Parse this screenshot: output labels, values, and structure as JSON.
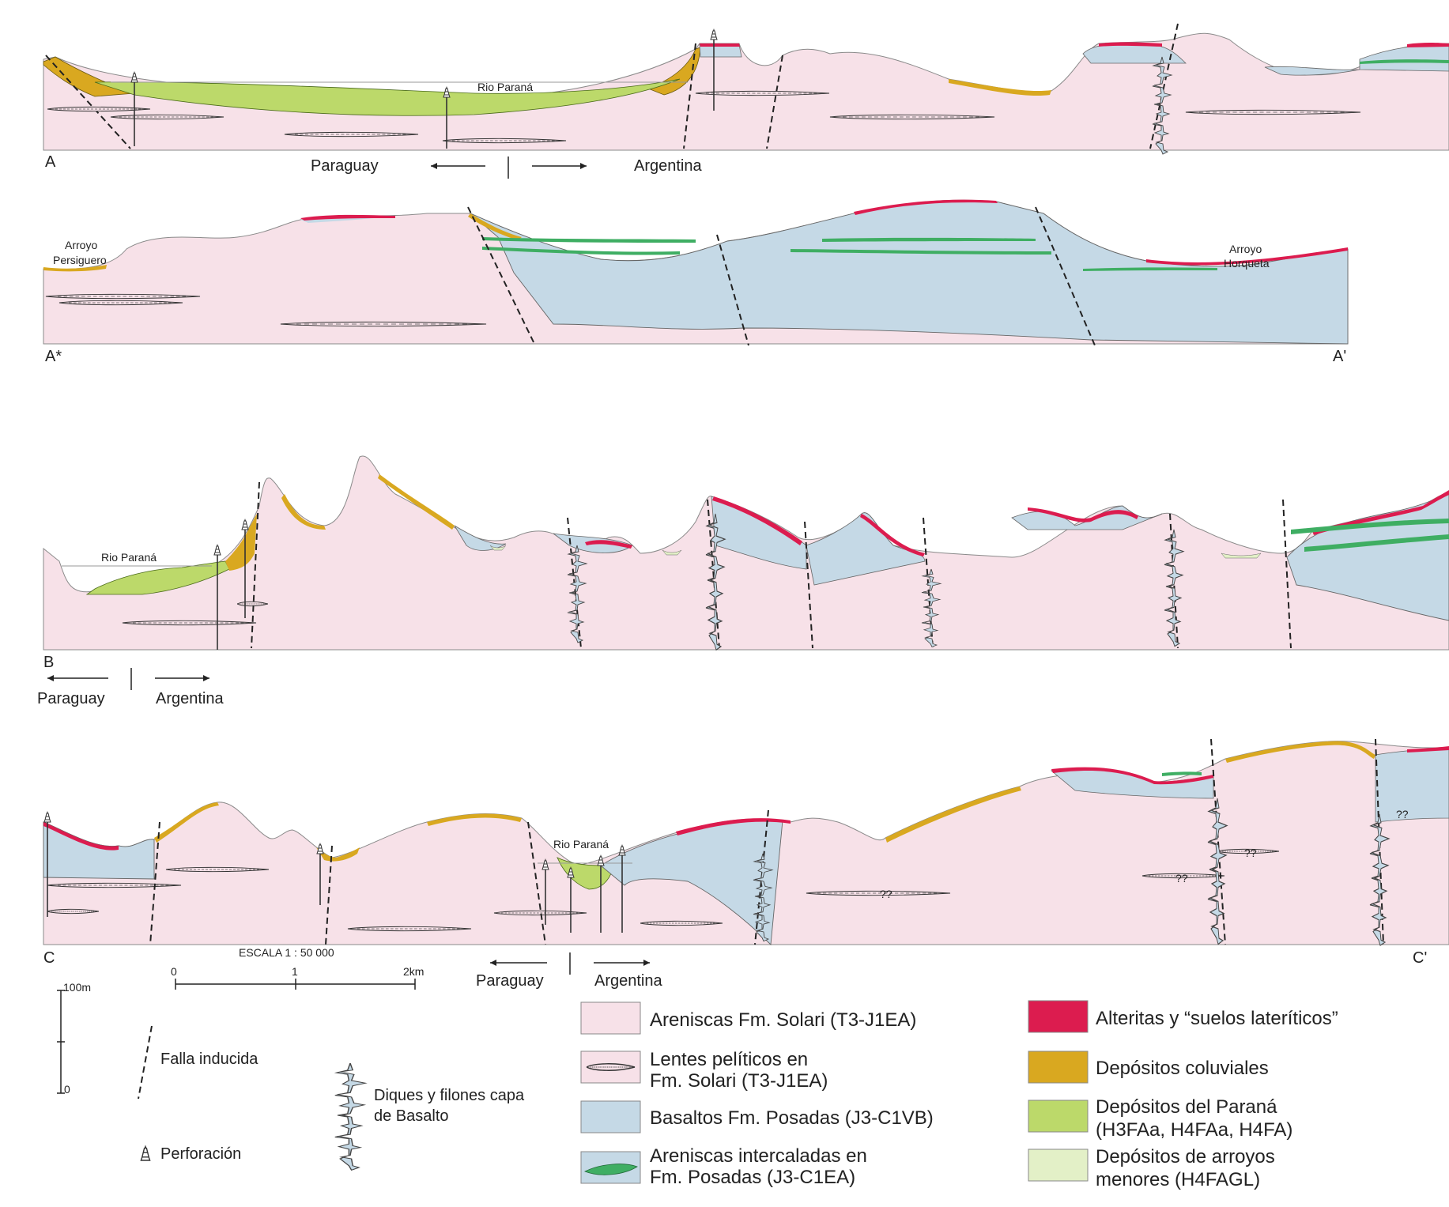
{
  "sections": {
    "A": {
      "start_label": "A",
      "river_label": "Rio Paraná",
      "nav_left": "Paraguay",
      "nav_right": "Argentina"
    },
    "A_star": {
      "start_label": "A*",
      "end_label": "A'",
      "arroyo_left": [
        "Arroyo",
        "Persiguero"
      ],
      "arroyo_right": [
        "Arroyo",
        "Horqueta"
      ]
    },
    "B": {
      "start_label": "B",
      "river_label": "Rio Paraná",
      "nav_left": "Paraguay",
      "nav_right": "Argentina"
    },
    "C": {
      "start_label": "C",
      "end_label": "C'",
      "river_label": "Rio Paraná",
      "nav_left": "Paraguay",
      "nav_right": "Argentina",
      "uncertain_mark": "??"
    }
  },
  "scale": {
    "title": "ESCALA 1 : 50 000",
    "ticks": [
      "0",
      "1",
      "2km"
    ],
    "vertical_top": "100m",
    "vertical_bottom": "0"
  },
  "legend_symbols": {
    "fault": "Falla inducida",
    "dikes_line1": "Diques y filones capa",
    "dikes_line2": "de Basalto",
    "drill": "Perforación"
  },
  "legend_units": [
    {
      "lines": [
        "Areniscas Fm. Solari (T3-J1EA)"
      ],
      "color": "#f7e1e8",
      "style": "fill"
    },
    {
      "lines": [
        "Lentes pelíticos en",
        "Fm. Solari (T3-J1EA)"
      ],
      "color": "#f7e1e8",
      "style": "lens"
    },
    {
      "lines": [
        "Basaltos Fm. Posadas (J3-C1VB)"
      ],
      "color": "#c5d9e6",
      "style": "fill"
    },
    {
      "lines": [
        "Areniscas intercaladas en",
        "Fm. Posadas (J3-C1EA)"
      ],
      "color": "#c5d9e6",
      "style": "greenlens"
    },
    {
      "lines": [
        "Alteritas y “suelos lateríticos”"
      ],
      "color": "#dc1c4f",
      "style": "fill"
    },
    {
      "lines": [
        "Depósitos coluviales"
      ],
      "color": "#d9a820",
      "style": "fill"
    },
    {
      "lines": [
        "Depósitos del Paraná",
        "(H3FAa, H4FAa, H4FA)"
      ],
      "color": "#bcd96a",
      "style": "fill"
    },
    {
      "lines": [
        "Depósitos de arroyos",
        "menores (H4FAGL)"
      ],
      "color": "#e3f0c7",
      "style": "fill"
    }
  ],
  "colors": {
    "sandstone": "#f7e1e8",
    "basalt": "#c5d9e6",
    "laterite": "#dc1c4f",
    "colluvial": "#d9a820",
    "parana": "#bcd96a",
    "creek": "#e3f0c7",
    "intercalated": "#3fae63"
  }
}
